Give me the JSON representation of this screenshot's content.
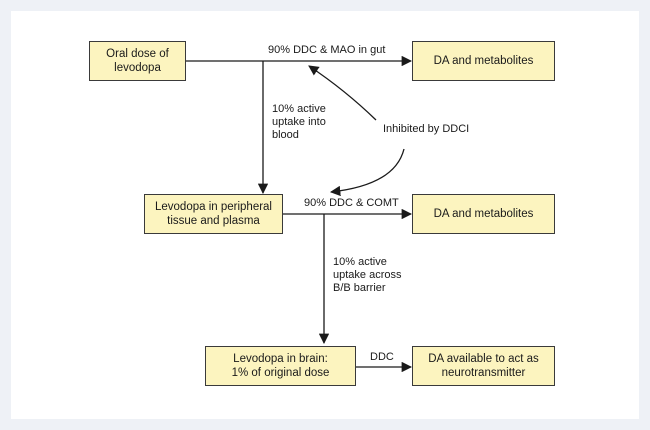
{
  "boxes": {
    "oral_dose": [
      "Oral dose of",
      "levodopa"
    ],
    "da_metabolites_gut": [
      "DA and metabolites"
    ],
    "levodopa_peripheral": [
      "Levodopa in peripheral",
      "tissue and plasma"
    ],
    "da_metabolites_peripheral": [
      "DA and metabolites"
    ],
    "levodopa_brain": [
      "Levodopa in brain:",
      "1% of original dose"
    ],
    "da_neurotransmitter": [
      "DA available to act as",
      "neurotransmitter"
    ]
  },
  "labels": {
    "gut_metabolism": "90% DDC & MAO in gut",
    "uptake_blood": [
      "10% active",
      "uptake into",
      "blood"
    ],
    "inhibited": "Inhibited by DDCI",
    "peripheral_metabolism": "90% DDC & COMT",
    "uptake_brain": [
      "10% active",
      "uptake across",
      "B/B barrier"
    ],
    "brain_ddc": "DDC"
  },
  "colors": {
    "box_fill": "#fcf4bf",
    "box_border": "#3a3a3a",
    "line": "#1a1a1a",
    "frame": "#eef1f6"
  }
}
